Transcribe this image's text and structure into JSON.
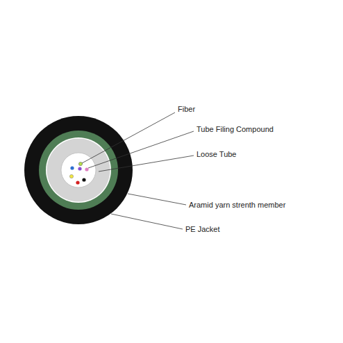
{
  "diagram": {
    "labels": [
      "Fiber",
      "Tube Filing Compound",
      "Loose Tube",
      "Aramid yarn strenth member",
      "PE Jacket"
    ]
  }
}
